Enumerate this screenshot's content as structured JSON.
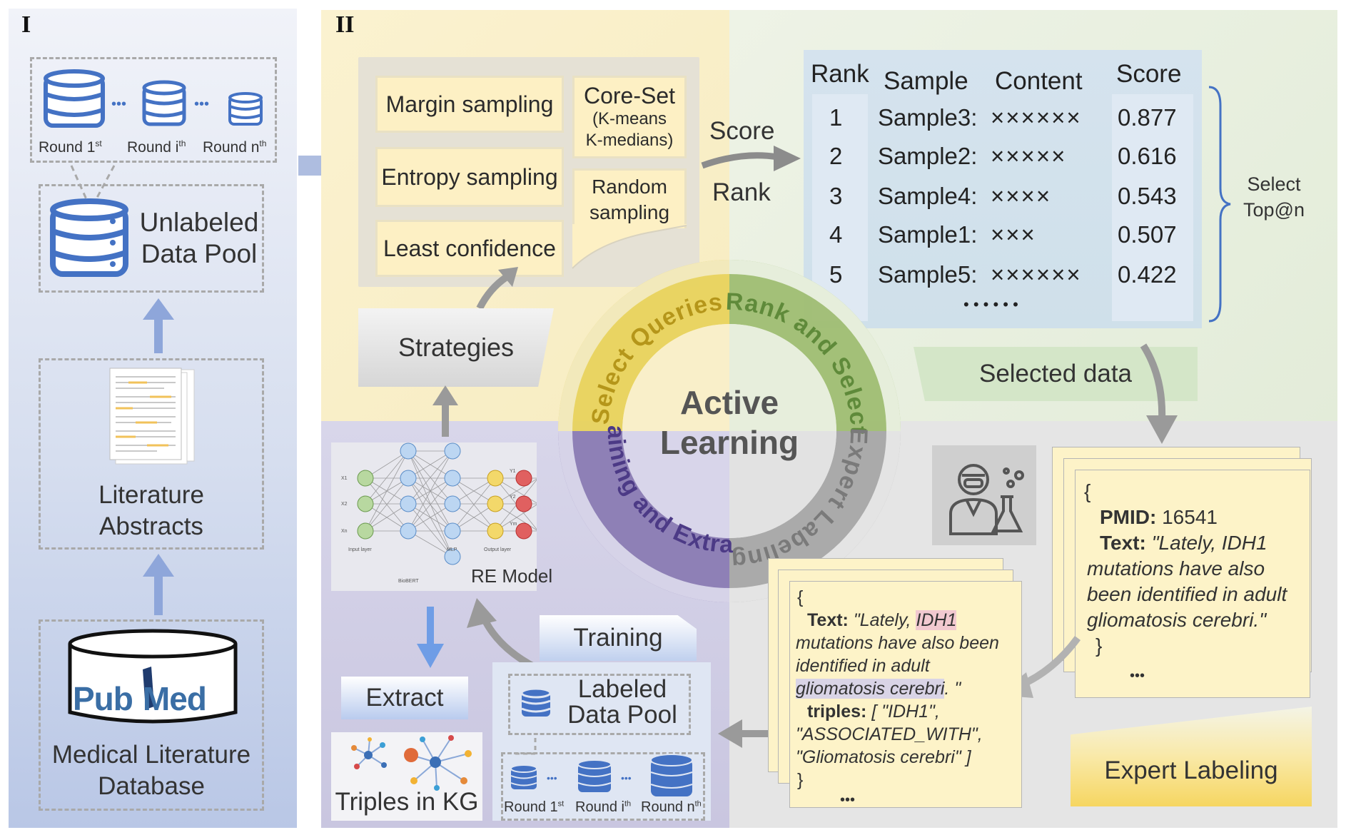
{
  "panel_I": {
    "label": "I",
    "rounds": [
      "Round 1",
      "Round i",
      "Round n"
    ],
    "round_sup": [
      "st",
      "th",
      "th"
    ],
    "ellipsis": "•••",
    "unlabeled_pool": [
      "Unlabeled",
      "Data Pool"
    ],
    "literature": [
      "Literature",
      "Abstracts"
    ],
    "pubmed": {
      "pub": "Pub",
      "med": "Med"
    },
    "database": [
      "Medical Literature",
      "Database"
    ]
  },
  "panel_II": {
    "label": "II",
    "strategies": {
      "margin": "Margin sampling",
      "entropy": "Entropy sampling",
      "least": "Least confidence",
      "coreset": "Core-Set",
      "coreset_sub": [
        "(K-means",
        "K-medians)"
      ],
      "random": [
        "Random",
        "sampling"
      ],
      "title": "Strategies"
    },
    "score_label": "Score",
    "rank_label": "Rank",
    "table": {
      "headers": [
        "Rank",
        "Sample",
        "Content",
        "Score"
      ],
      "rows": [
        {
          "rank": "1",
          "sample": "Sample3:",
          "content": "××××××",
          "score": "0.877"
        },
        {
          "rank": "2",
          "sample": "Sample2:",
          "content": "×××××",
          "score": "0.616"
        },
        {
          "rank": "3",
          "sample": "Sample4:",
          "content": "××××",
          "score": "0.543"
        },
        {
          "rank": "4",
          "sample": "Sample1:",
          "content": "×××",
          "score": "0.507"
        },
        {
          "rank": "5",
          "sample": "Sample5:",
          "content": "××××××",
          "score": "0.422"
        }
      ],
      "more": "• • • • • •"
    },
    "select_top": [
      "Select",
      "Top@n"
    ],
    "selected_data": "Selected data",
    "cycle": {
      "center": [
        "Active",
        "Learning"
      ],
      "select_queries": "Select Queries",
      "rank_select": "Rank and Select",
      "expert_labeling": "Expert Labeling",
      "training_extract": "Training and Extract"
    },
    "model": {
      "title": "RE Model",
      "layers": [
        "Input layer",
        "BioBERT",
        "MLP",
        "Output layer"
      ],
      "inputs": [
        "X1",
        "X2",
        "Xn"
      ],
      "outputs": [
        "Y1",
        "Y2",
        "Ym"
      ]
    },
    "training": "Training",
    "extract": "Extract",
    "triples_kg": "Triples in KG",
    "labeled_pool": [
      "Labeled",
      "Data Pool"
    ],
    "rounds": [
      "Round 1",
      "Round i",
      "Round n"
    ],
    "round_sup": [
      "st",
      "th",
      "th"
    ],
    "ellipsis": "•••",
    "doc_raw": {
      "open": "{",
      "pmid_key": "PMID:",
      "pmid_val": "16541",
      "text_key": "Text:",
      "text_val": [
        "\"Lately, IDH1",
        "mutations have also",
        "been identified in adult",
        "gliomatosis cerebri.\""
      ],
      "close": "}",
      "more": "•••"
    },
    "doc_labeled": {
      "open": "{",
      "text_key": "Text:",
      "text_a": "\"Lately, ",
      "text_hl1": "IDH1",
      "text_b": "mutations have also been",
      "text_c": "identified in adult",
      "text_hl2": "gliomatosis cerebri",
      "text_d": ". \"",
      "triples_key": "triples:",
      "triples_a": "[ \"IDH1\",",
      "triples_b": "\"ASSOCIATED_WITH\",",
      "triples_c": "\"Gliomatosis cerebri\" ]",
      "close": "}",
      "more": "•••"
    },
    "expert_labeling": "Expert Labeling"
  },
  "colors": {
    "panelI_bg": "#c9d3ea",
    "yellow_q": "#fbf0c8",
    "green_q": "#e6eedb",
    "purple_q": "#d9d6ea",
    "gray_q": "#e4e4e4",
    "ring_yellow": "#e8d15e",
    "ring_green": "#9fbd72",
    "ring_purple": "#8b7bb4",
    "ring_gray": "#a9a9a9",
    "db_blue": "#4472c4",
    "arrow_gray": "#8c8c8c"
  }
}
